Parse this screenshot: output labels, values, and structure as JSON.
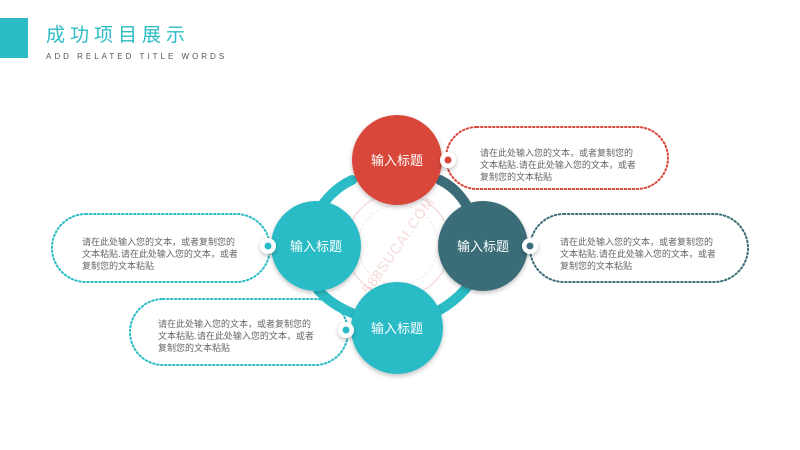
{
  "header": {
    "title": "成功项目展示",
    "subtitle": "ADD RELATED TITLE WORDS"
  },
  "nodes": [
    {
      "id": "top",
      "label": "输入标题",
      "color": "#d9463a"
    },
    {
      "id": "left",
      "label": "输入标题",
      "color": "#2bbcc6"
    },
    {
      "id": "right",
      "label": "输入标题",
      "color": "#3b6d78"
    },
    {
      "id": "bottom",
      "label": "输入标题",
      "color": "#2bbcc6"
    }
  ],
  "boxes": [
    {
      "id": "top-right",
      "text": "请在此处输入您的文本，或者复制您的文本粘贴.请在此处输入您的文本，或者复制您的文本粘贴",
      "border": "#d9463a"
    },
    {
      "id": "left",
      "text": "请在此处输入您的文本，或者复制您的文本粘贴.请在此处输入您的文本，或者复制您的文本粘贴",
      "border": "#2bbcc6"
    },
    {
      "id": "right",
      "text": "请在此处输入您的文本，或者复制您的文本粘贴.请在此处输入您的文本，或者复制您的文本粘贴",
      "border": "#3b6d78"
    },
    {
      "id": "bottom-left",
      "text": "请在此处输入您的文本，或者复制您的文本粘贴.请在此处输入您的文本，或者复制您的文本粘贴",
      "border": "#2bbcc6"
    }
  ],
  "watermark": {
    "text": "588SUCAI.COM"
  },
  "colors": {
    "accent": "#2bbcc6",
    "red": "#d9463a",
    "dark_teal": "#3b6d78"
  }
}
